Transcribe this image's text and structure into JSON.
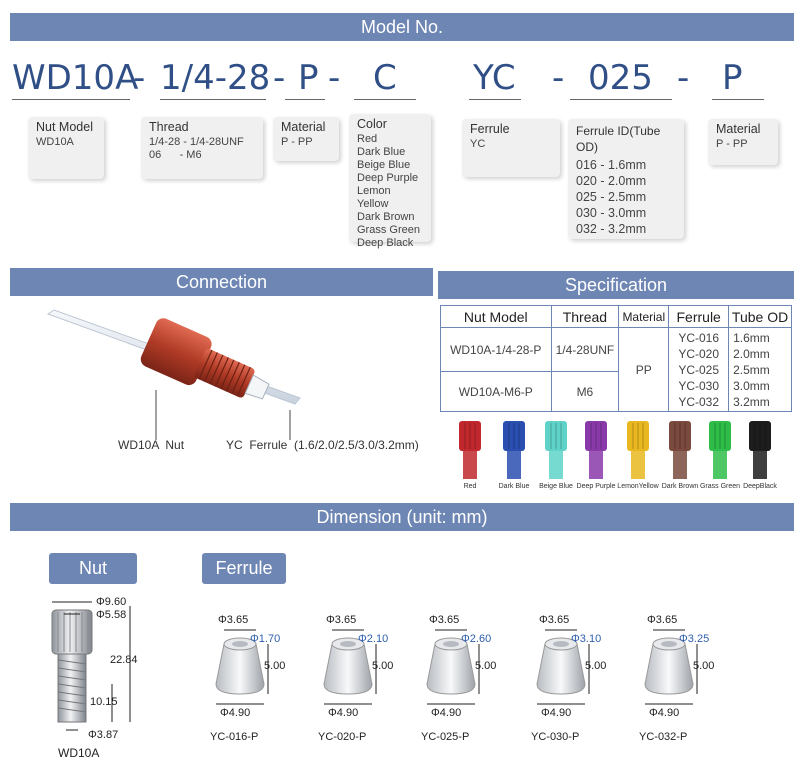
{
  "headers": {
    "model": "Model No.",
    "connection": "Connection",
    "specification": "Specification",
    "dimension": "Dimension (unit: mm)"
  },
  "model_code": [
    "WD10A",
    "-",
    "1/4-28",
    "-",
    "P",
    "-",
    "C",
    "YC",
    "-",
    "025",
    "-",
    "P"
  ],
  "boxes": {
    "nut_model": {
      "title": "Nut Model",
      "lines": [
        "WD10A"
      ]
    },
    "thread": {
      "title": "Thread",
      "lines": [
        "1/4-28 - 1/4-28UNF",
        "06      - M6"
      ]
    },
    "material1": {
      "title": "Material",
      "lines": [
        "P - PP"
      ]
    },
    "color": {
      "title": "Color",
      "lines": [
        "Red",
        "Dark Blue",
        "Beige Blue",
        "Deep Purple",
        "Lemon Yellow",
        "Dark Brown",
        "Grass Green",
        "Deep Black"
      ]
    },
    "ferrule": {
      "title": "Ferrule",
      "lines": [
        "YC"
      ]
    },
    "ferrule_id": {
      "title": "Ferrule ID(Tube OD)",
      "lines": [
        "016 - 1.6mm",
        "020 - 2.0mm",
        "025 - 2.5mm",
        "030 - 3.0mm",
        "032 - 3.2mm"
      ]
    },
    "material2": {
      "title": "Material",
      "lines": [
        "P - PP"
      ]
    }
  },
  "connection": {
    "nut_label": "WD10A  Nut",
    "ferrule_label": "YC  Ferrule  (1.6/2.0/2.5/3.0/3.2mm)"
  },
  "spec_table": {
    "headers": [
      "Nut Model",
      "Thread",
      "Material",
      "Ferrule",
      "Tube OD"
    ],
    "rows": [
      {
        "nut": "WD10A-1/4-28-P",
        "thread": "1/4-28UNF"
      },
      {
        "nut": "WD10A-M6-P",
        "thread": "M6"
      }
    ],
    "material": "PP",
    "ferrules": [
      "YC-016",
      "YC-020",
      "YC-025",
      "YC-030",
      "YC-032"
    ],
    "tube_od": [
      "1.6mm",
      "2.0mm",
      "2.5mm",
      "3.0mm",
      "3.2mm"
    ]
  },
  "swatches": [
    {
      "name": "Red",
      "color": "#c0282d"
    },
    {
      "name": "Dark Blue",
      "color": "#2a4fb0"
    },
    {
      "name": "Beige Blue",
      "color": "#5fd3c8"
    },
    {
      "name": "Deep Purple",
      "color": "#8a3aa8"
    },
    {
      "name": "LemonYellow",
      "color": "#e9b820"
    },
    {
      "name": "Dark Brown",
      "color": "#7a4a3e"
    },
    {
      "name": "Grass Green",
      "color": "#2fbd4a"
    },
    {
      "name": "DeepBlack",
      "color": "#1d1d1d"
    }
  ],
  "dimension": {
    "nut_title": "Nut",
    "ferrule_title": "Ferrule",
    "nut_dims": {
      "d1": "Φ9.60",
      "d2": "Φ5.58",
      "h1": "22.84",
      "h2": "10.15",
      "d3": "Φ3.87",
      "name": "WD10A"
    },
    "ferrules": [
      {
        "top": "Φ3.65",
        "id": "Φ1.70",
        "h": "5.00",
        "bottom": "Φ4.90",
        "name": "YC-016-P"
      },
      {
        "top": "Φ3.65",
        "id": "Φ2.10",
        "h": "5.00",
        "bottom": "Φ4.90",
        "name": "YC-020-P"
      },
      {
        "top": "Φ3.65",
        "id": "Φ2.60",
        "h": "5.00",
        "bottom": "Φ4.90",
        "name": "YC-025-P"
      },
      {
        "top": "Φ3.65",
        "id": "Φ3.10",
        "h": "5.00",
        "bottom": "Φ4.90",
        "name": "YC-030-P"
      },
      {
        "top": "Φ3.65",
        "id": "Φ3.25",
        "h": "5.00",
        "bottom": "Φ4.90",
        "name": "YC-032-P"
      }
    ]
  }
}
